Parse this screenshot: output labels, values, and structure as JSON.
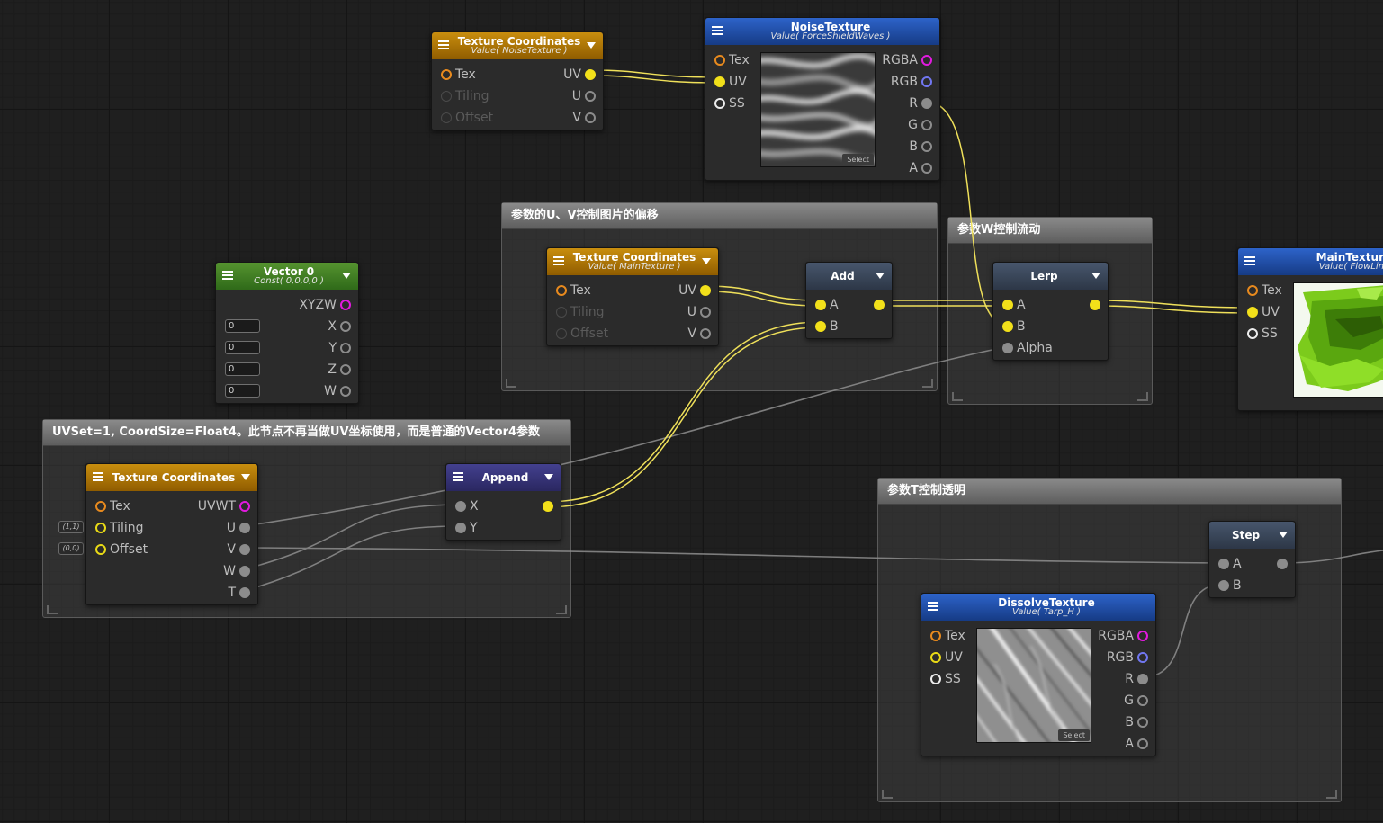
{
  "groups": {
    "uv_offset": "参数的U、V控制图片的偏移",
    "w_flow": "参数W控制流动",
    "uvset": "UVSet=1, CoordSize=Float4。此节点不再当做UV坐标使用，而是普通的Vector4参数",
    "t_alpha": "参数T控制透明"
  },
  "nodes": {
    "tc_noise": {
      "title": "Texture Coordinates",
      "subtitle": "Value( NoiseTexture )",
      "inputs": [
        "Tex",
        "Tiling",
        "Offset"
      ],
      "outputs": [
        "UV",
        "U",
        "V"
      ]
    },
    "noise_tex": {
      "title": "NoiseTexture",
      "subtitle": "Value( ForceShieldWaves )",
      "inputs": [
        "Tex",
        "UV",
        "SS"
      ],
      "outputs": [
        "RGBA",
        "RGB",
        "R",
        "G",
        "B",
        "A"
      ],
      "select_label": "Select"
    },
    "vector0": {
      "title": "Vector 0",
      "subtitle": "Const( 0,0,0,0 )",
      "outputs": [
        "XYZW",
        "X",
        "Y",
        "Z",
        "W"
      ],
      "fields": [
        "0",
        "0",
        "0",
        "0"
      ]
    },
    "tc_main": {
      "title": "Texture Coordinates",
      "subtitle": "Value( MainTexture )",
      "inputs": [
        "Tex",
        "Tiling",
        "Offset"
      ],
      "outputs": [
        "UV",
        "U",
        "V"
      ]
    },
    "add": {
      "title": "Add",
      "inputs": [
        "A",
        "B"
      ]
    },
    "lerp": {
      "title": "Lerp",
      "inputs": [
        "A",
        "B",
        "Alpha"
      ]
    },
    "main_tex": {
      "title": "MainTextur",
      "subtitle": "Value( FlowLin",
      "inputs": [
        "Tex",
        "UV",
        "SS"
      ]
    },
    "tc_uvset": {
      "title": "Texture Coordinates",
      "inputs": [
        "Tex",
        "Tiling",
        "Offset"
      ],
      "outputs": [
        "UVWT",
        "U",
        "V",
        "W",
        "T"
      ],
      "tiling_value": "(1,1)",
      "offset_value": "(0,0)"
    },
    "append": {
      "title": "Append",
      "inputs": [
        "X",
        "Y"
      ]
    },
    "step": {
      "title": "Step",
      "inputs": [
        "A",
        "B"
      ]
    },
    "dissolve_tex": {
      "title": "DissolveTexture",
      "subtitle": "Value( Tarp_H )",
      "inputs": [
        "Tex",
        "UV",
        "SS"
      ],
      "outputs": [
        "RGBA",
        "RGB",
        "R",
        "G",
        "B",
        "A"
      ],
      "select_label": "Select"
    }
  },
  "colors": {
    "wire_yellow": "#efe05a",
    "wire_gray": "#8e8e8e",
    "header_texcoord": "#b07a06",
    "header_texture": "#1f4fa8",
    "header_math": "#3a4657",
    "header_vector": "#468025",
    "header_append": "#37347a",
    "port_tex": "#e88a1e",
    "port_uv": "#e9da16",
    "port_rgba": "#e21adf",
    "port_rgb": "#7177f1"
  }
}
